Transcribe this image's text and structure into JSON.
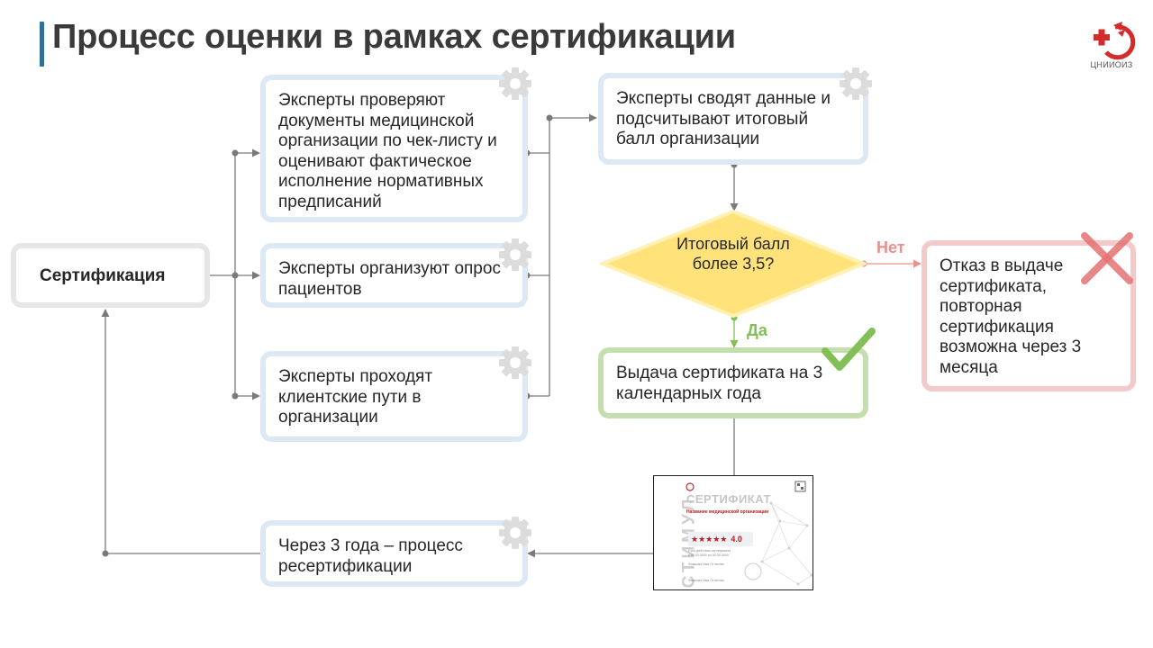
{
  "header": {
    "title": "Процесс оценки в рамках сертификации",
    "logo_text": "ЦНИИОИЗ"
  },
  "flow": {
    "start": "Сертификация",
    "step1": "Эксперты проверяют документы медицинской организации по чек-листу и оценивают фактическое исполнение нормативных предписаний",
    "step2": "Эксперты организуют опрос пациентов",
    "step3": "Эксперты проходят клиентские пути в организации",
    "aggregate": "Эксперты сводят данные и подсчитывают итоговый балл организации",
    "decision": "Итоговый балл более 3,5?",
    "no_label": "Нет",
    "yes_label": "Да",
    "refusal": "Отказ в выдаче сертификата, повторная сертификация возможна через 3 месяца",
    "issue": "Выдача сертификата на 3 календарных года",
    "recert": "Через 3 года – процесс ресертификации"
  },
  "certificate": {
    "vertical_text": "СТИМУЛ",
    "title": "СЕРТИФИКАТ",
    "org_name": "Название медицинской организации",
    "stars": "★★★★★",
    "score": "4.0",
    "validity": "Срок действия сертификата",
    "dates": "с 00.00.0000 по 00.00.0000",
    "signer1": "Фамилия Имя Отчество",
    "signer2": "Фамилия Имя Отчество"
  },
  "colors": {
    "accent": "#2f6f9a",
    "process_border": "#dde8f5",
    "start_border": "#e6e6e6",
    "decision_fill": "#ffe27a",
    "yes": "#82bf56",
    "no": "#ec8f8f",
    "gear": "#dcdcdc",
    "connector": "#7a7a7a"
  },
  "icons": {
    "gear": "gear-icon",
    "check": "check-mark-icon",
    "cross": "cross-mark-icon",
    "logo": "cniioiz-logo"
  }
}
